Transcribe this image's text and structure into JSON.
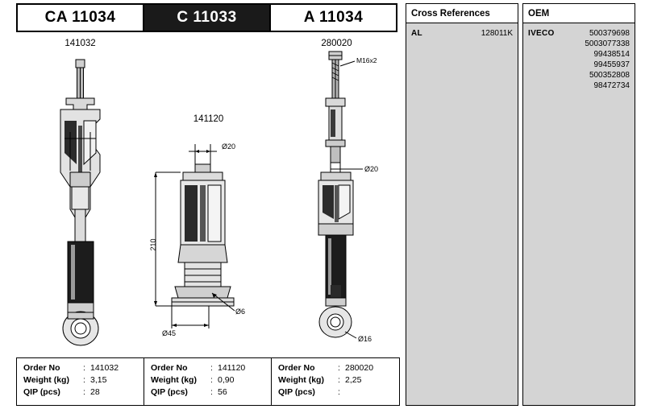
{
  "columns": [
    {
      "header": "CA 11034",
      "header_style": "light",
      "part_number": "141032",
      "spec": {
        "order_label": "Order No",
        "order_value": "141032",
        "weight_label": "Weight (kg)",
        "weight_value": "3,15",
        "qip_label": "QIP (pcs)",
        "qip_value": "28"
      },
      "labels": []
    },
    {
      "header": "C 11033",
      "header_style": "dark",
      "part_number": "141120",
      "spec": {
        "order_label": "Order No",
        "order_value": "141120",
        "weight_label": "Weight (kg)",
        "weight_value": "0,90",
        "qip_label": "QIP (pcs)",
        "qip_value": "56"
      },
      "labels": [
        {
          "name": "dim-diameter-top",
          "text": "Ø20"
        },
        {
          "name": "dim-height",
          "text": "210"
        },
        {
          "name": "dim-diameter-bottom",
          "text": "Ø45"
        },
        {
          "name": "dim-hole",
          "text": "Ø6"
        }
      ]
    },
    {
      "header": "A 11034",
      "header_style": "light",
      "part_number": "280020",
      "spec": {
        "order_label": "Order No",
        "order_value": "280020",
        "weight_label": "Weight (kg)",
        "weight_value": "2,25",
        "qip_label": "QIP (pcs)",
        "qip_value": ""
      },
      "labels": [
        {
          "name": "thread-spec",
          "text": "M16x2"
        },
        {
          "name": "dim-diameter-rod",
          "text": "Ø20"
        },
        {
          "name": "dim-diameter-bush",
          "text": "Ø16"
        }
      ]
    }
  ],
  "cross_references": {
    "title": "Cross References",
    "rows": [
      {
        "brand": "AL",
        "codes": [
          "128011K"
        ]
      }
    ]
  },
  "oem": {
    "title": "OEM",
    "rows": [
      {
        "brand": "IVECO",
        "codes": [
          "500379698",
          "5003077338",
          "99438514",
          "99455937",
          "500352808",
          "98472734"
        ]
      }
    ]
  }
}
